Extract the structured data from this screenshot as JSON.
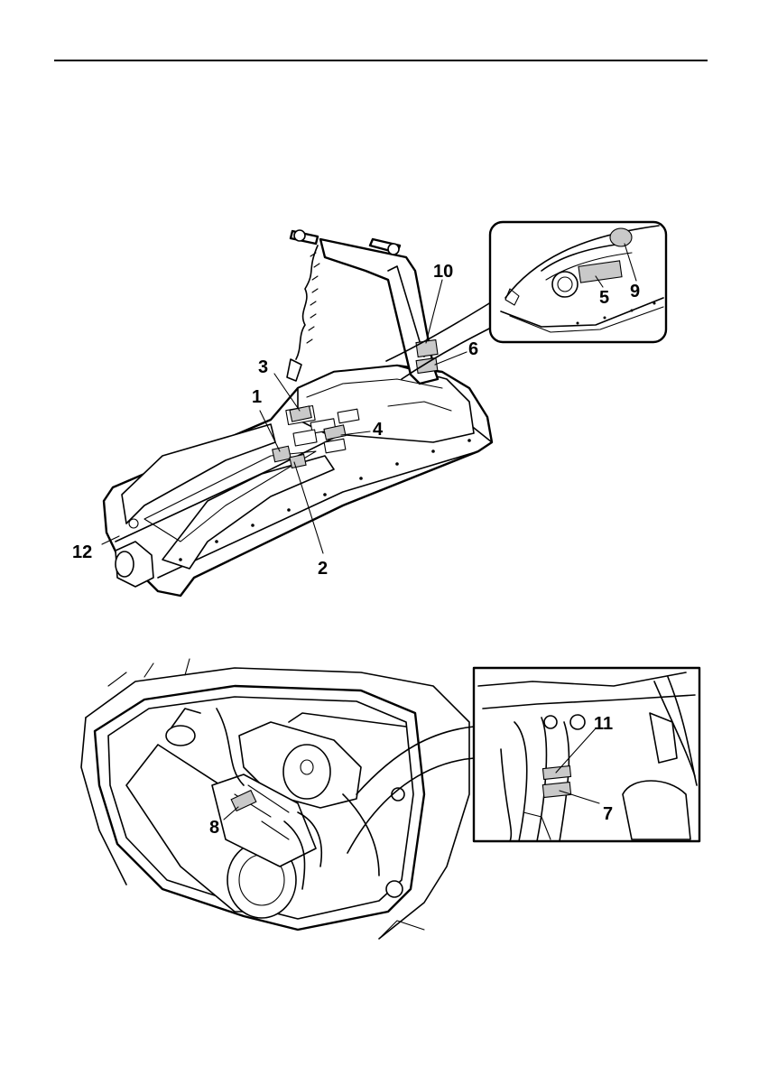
{
  "figure_top": {
    "callouts": [
      "1",
      "2",
      "3",
      "4",
      "5",
      "6",
      "9",
      "10",
      "12"
    ]
  },
  "figure_bottom": {
    "callouts": [
      "7",
      "8",
      "11"
    ]
  }
}
